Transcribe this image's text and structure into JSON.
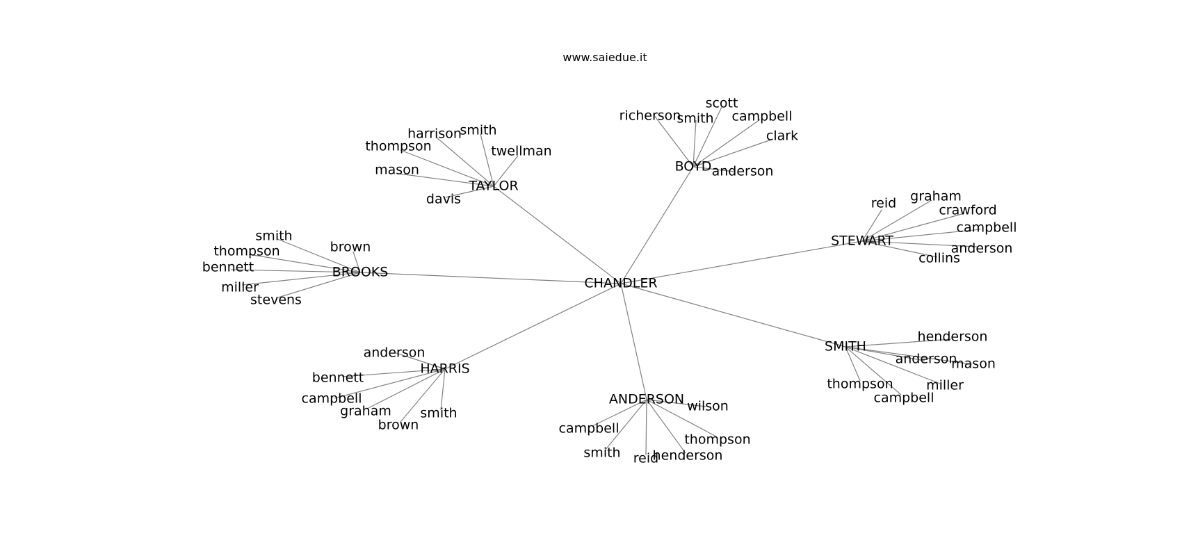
{
  "source": "www.saiedue.it",
  "style": {
    "edge_color": "#808080",
    "text_color": "#000000",
    "background": "#ffffff"
  },
  "tree": {
    "root": "CHANDLER",
    "groups": [
      {
        "name": "TAYLOR",
        "children": [
          "harrison",
          "smith",
          "thompson",
          "twellman",
          "mason",
          "davis"
        ]
      },
      {
        "name": "BOYD",
        "children": [
          "richerson",
          "smith",
          "scott",
          "campbell",
          "clark",
          "anderson"
        ]
      },
      {
        "name": "STEWART",
        "children": [
          "reid",
          "graham",
          "crawford",
          "campbell",
          "anderson",
          "collins"
        ]
      },
      {
        "name": "BROOKS",
        "children": [
          "smith",
          "brown",
          "thompson",
          "bennett",
          "miller",
          "stevens"
        ]
      },
      {
        "name": "SMITH",
        "children": [
          "henderson",
          "anderson",
          "mason",
          "thompson",
          "miller",
          "campbell"
        ]
      },
      {
        "name": "HARRIS",
        "children": [
          "anderson",
          "bennett",
          "campbell",
          "graham",
          "brown",
          "smith"
        ]
      },
      {
        "name": "ANDERSON",
        "children": [
          "wilson",
          "campbell",
          "thompson",
          "smith",
          "reid",
          "henderson"
        ]
      }
    ]
  }
}
